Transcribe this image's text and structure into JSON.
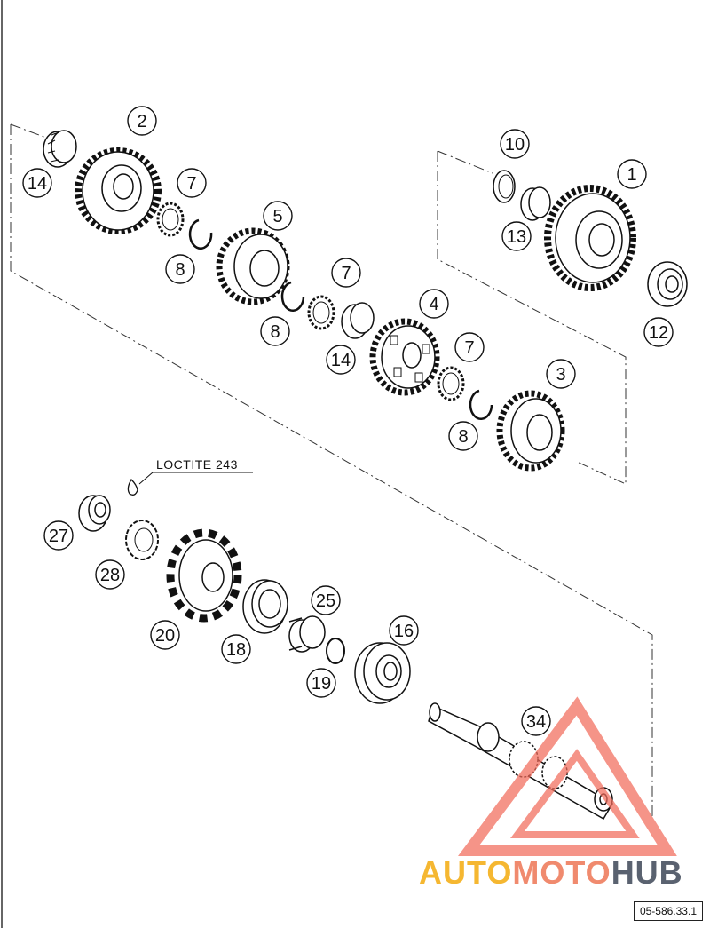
{
  "diagram": {
    "callouts": [
      "14",
      "2",
      "7",
      "8",
      "5",
      "7",
      "8",
      "14",
      "10",
      "1",
      "13",
      "12",
      "4",
      "7",
      "8",
      "3",
      "27",
      "28",
      "20",
      "18",
      "25",
      "19",
      "16",
      "34"
    ],
    "note": "LOCTITE 243",
    "reference": "05-586.33.1"
  },
  "watermark": {
    "part1": "AUTO",
    "part2": "MOTO",
    "part3": "HUB",
    "colors": {
      "yellow": "#f5b731",
      "salmon": "#f08a6e",
      "grey": "#5a6270",
      "triangle": "#f26b5b"
    }
  }
}
